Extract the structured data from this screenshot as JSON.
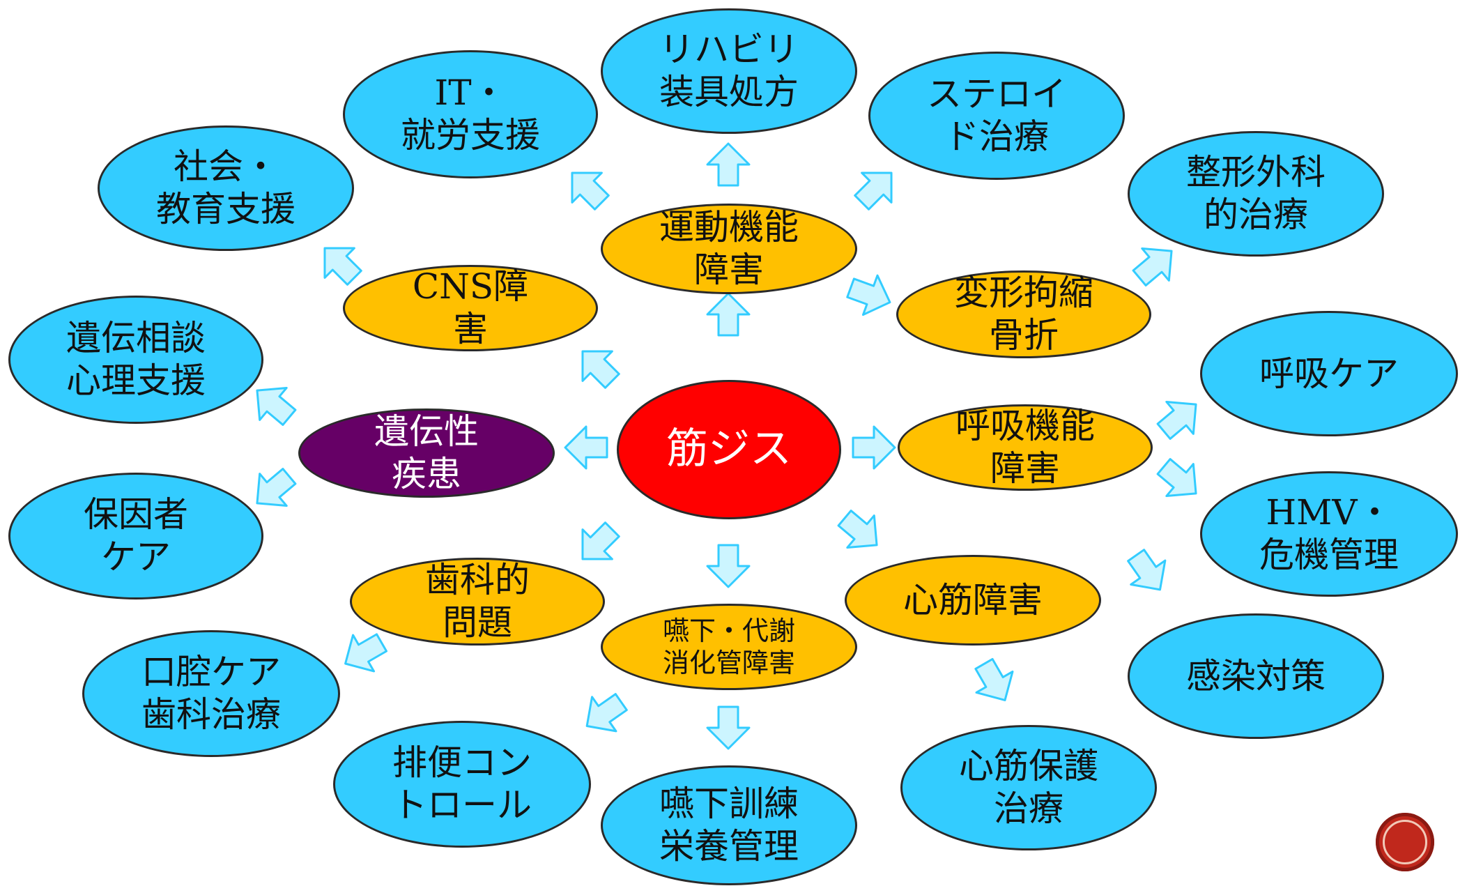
{
  "diagram": {
    "center": {
      "lines": [
        "筋ジス"
      ]
    },
    "categories": {
      "cns": [
        "CNS障",
        "害"
      ],
      "motor": [
        "運動機能",
        "障害"
      ],
      "deform": [
        "変形拘縮",
        "骨折"
      ],
      "resp": [
        "呼吸機能",
        "障害"
      ],
      "cardiac": [
        "心筋障害"
      ],
      "swallow": [
        "嚥下・代謝",
        "消化管障害"
      ],
      "dental": [
        "歯科的",
        "問題"
      ],
      "genetic": [
        "遺伝性",
        "疾患"
      ]
    },
    "treatments": {
      "social": [
        "社会・",
        "教育支援"
      ],
      "it": [
        "IT・",
        "就労支援"
      ],
      "rehab": [
        "リハビリ",
        "装具処方"
      ],
      "steroid": [
        "ステロイ",
        "ド治療"
      ],
      "ortho": [
        "整形外科",
        "的治療"
      ],
      "resp_care": [
        "呼吸ケア"
      ],
      "hmv": [
        "HMV・",
        "危機管理"
      ],
      "infection": [
        "感染対策"
      ],
      "cardio": [
        "心筋保護",
        "治療"
      ],
      "swallow_train": [
        "嚥下訓練",
        "栄養管理"
      ],
      "bowel": [
        "排便コン",
        "トロール"
      ],
      "oral": [
        "口腔ケア",
        "歯科治療"
      ],
      "carer": [
        "保因者",
        "ケア"
      ],
      "counsel": [
        "遺伝相談",
        "心理支援"
      ]
    }
  },
  "colors": {
    "core": "#ff0000",
    "category": "#ffc000",
    "genetic": "#660066",
    "treatment": "#33ccff",
    "arrow_fill": "#ccf5ff",
    "arrow_stroke": "#33ccff"
  },
  "icons": {
    "arrows": "block-arrow-icon",
    "corner": "circle-badge-icon"
  }
}
